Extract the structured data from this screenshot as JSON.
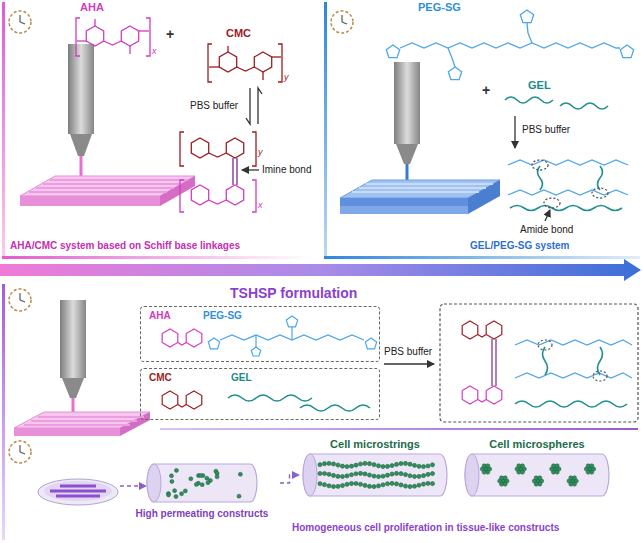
{
  "diagram": {
    "nodes": [
      {
        "text": [
          "AHA/CMC system based on Schiff base linkages"
        ]
      },
      {
        "text": [
          "GEL/PEG-SG system"
        ]
      },
      {
        "text": [
          "TSHSP formulation"
        ]
      },
      {
        "text": [
          "AHA",
          "PEG-SG"
        ],
        "in": 2
      },
      {
        "text": [
          "CMC",
          "GEL"
        ],
        "in": 2
      },
      {
        "text": [
          "High permeating constructs"
        ],
        "in": 2
      },
      {
        "text": [
          "Cell microstrings"
        ],
        "in": 2
      },
      {
        "text": [
          "Cell microspheres"
        ],
        "in": 2
      }
    ],
    "edges": [
      {
        "from": 5,
        "to": 6,
        "arrow": "to"
      }
    ],
    "labels": [
      "AHA",
      "x",
      "+",
      "CMC",
      "y",
      "PBS buffer",
      "y",
      "x",
      "Imine bond",
      "PEG-SG",
      "+",
      "GEL",
      "PBS buffer",
      "Amide bond",
      "PBS buffer",
      "Homogeneous cell proliferation in tissue-like constructs"
    ]
  }
}
